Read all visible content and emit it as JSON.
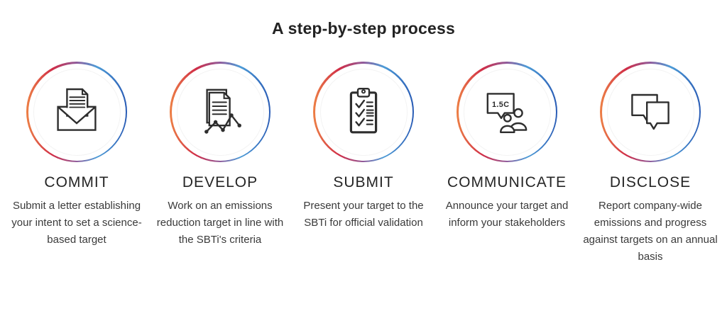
{
  "page": {
    "title": "A step-by-step process"
  },
  "steps": [
    {
      "title": "COMMIT",
      "description": "Submit a letter establishing your intent to set a science-based target",
      "icon": "envelope-letter-icon"
    },
    {
      "title": "DEVELOP",
      "description": "Work on an emissions reduction target in line with the SBTi's criteria",
      "icon": "document-chart-icon"
    },
    {
      "title": "SUBMIT",
      "description": "Present your target to the SBTi for official validation",
      "icon": "clipboard-checklist-icon"
    },
    {
      "title": "COMMUNICATE",
      "description": "Announce your target and inform your stakeholders",
      "icon": "speech-bubble-people-icon",
      "bubble_text": "1.5C"
    },
    {
      "title": "DISCLOSE",
      "description": "Report company-wide emissions and progress against targets on an annual basis",
      "icon": "chat-bubbles-icon"
    }
  ],
  "colors": {
    "ring_gradient_left": "#ED8045",
    "ring_gradient_red": "#D02D47",
    "ring_gradient_light_blue": "#4D9CD7",
    "ring_gradient_right": "#2A5CB5",
    "icon_stroke": "#2e2e2e",
    "heading_text": "#232323",
    "body_text": "#3a3a3a"
  }
}
